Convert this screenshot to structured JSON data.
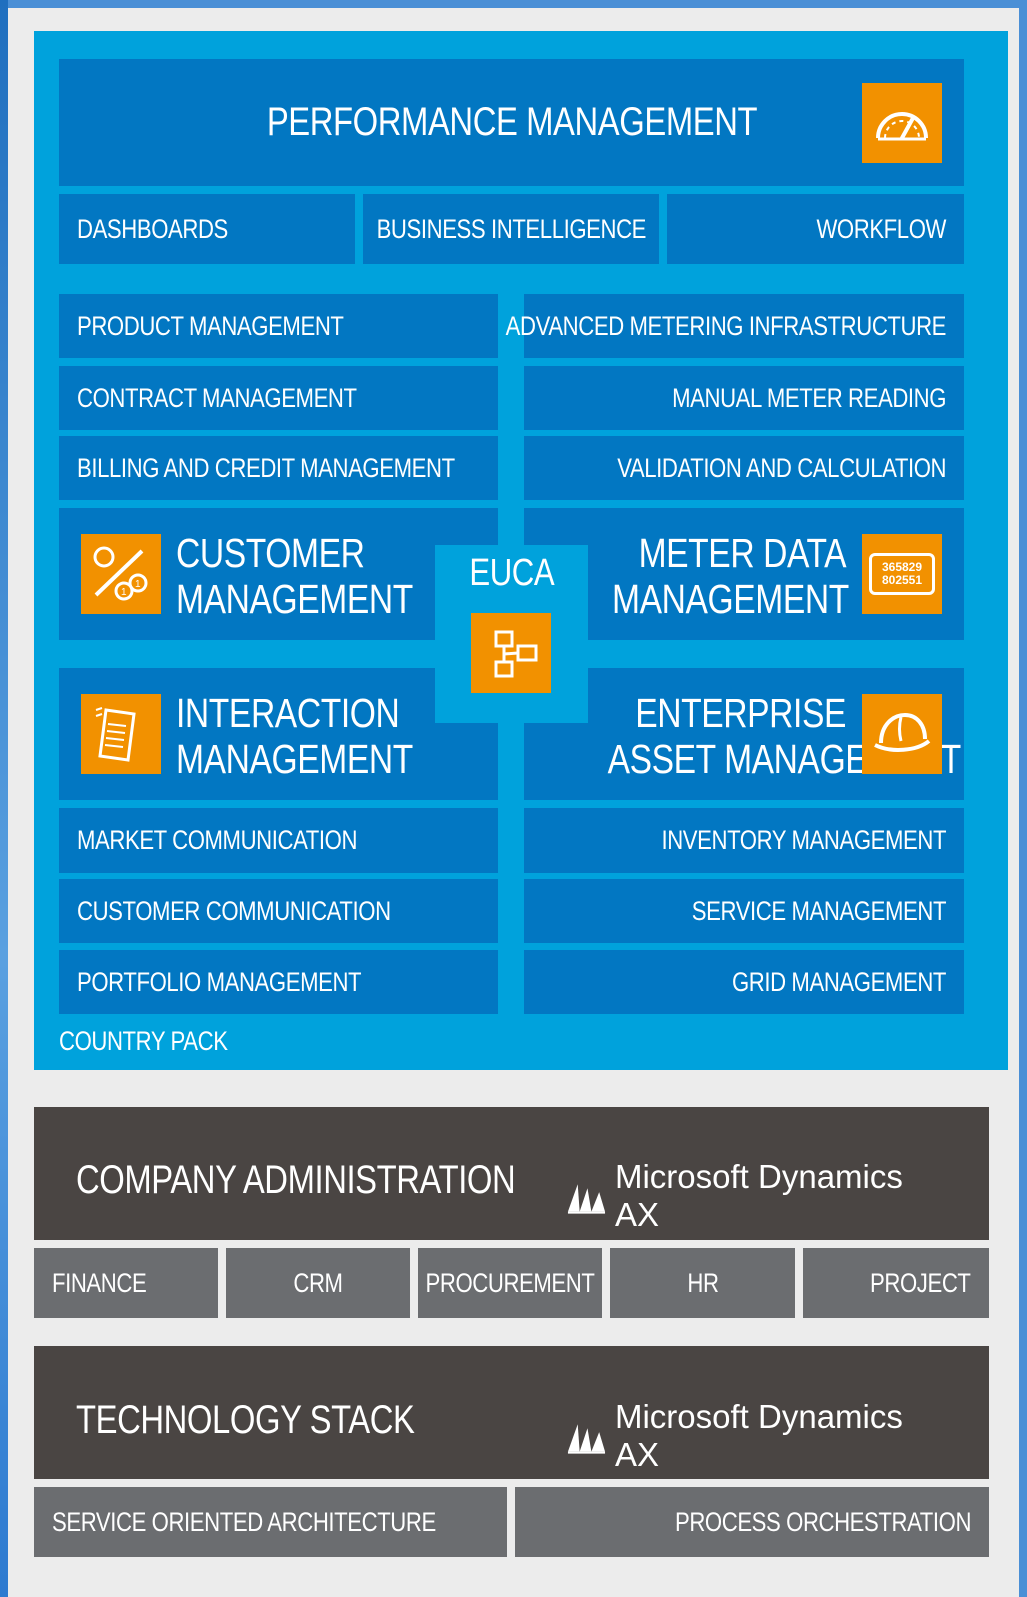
{
  "performance": {
    "title": "PERFORMANCE MANAGEMENT",
    "tabs": [
      "DASHBOARDS",
      "BUSINESS INTELLIGENCE",
      "WORKFLOW"
    ]
  },
  "left_top_items": [
    "PRODUCT MANAGEMENT",
    "CONTRACT MANAGEMENT",
    "BILLING AND CREDIT MANAGEMENT"
  ],
  "right_top_items": [
    "ADVANCED METERING INFRASTRUCTURE",
    "MANUAL METER READING",
    "VALIDATION AND CALCULATION"
  ],
  "customer_management": {
    "line1": "CUSTOMER",
    "line2": "MANAGEMENT"
  },
  "meter_data_management": {
    "line1": "METER DATA",
    "line2": "MANAGEMENT",
    "icon_line1": "365829",
    "icon_line2": "802551"
  },
  "interaction_management": {
    "line1": "INTERACTION",
    "line2": "MANAGEMENT"
  },
  "enterprise_asset_management": {
    "line1": "ENTERPRISE",
    "line2": "ASSET MANAGEMENT"
  },
  "euca": {
    "label": "EUCA"
  },
  "left_bottom_items": [
    "MARKET COMMUNICATION",
    "CUSTOMER COMMUNICATION",
    "PORTFOLIO MANAGEMENT"
  ],
  "right_bottom_items": [
    "INVENTORY MANAGEMENT",
    "SERVICE MANAGEMENT",
    "GRID MANAGEMENT"
  ],
  "country_pack": "COUNTRY PACK",
  "company_admin": {
    "title": "COMPANY ADMINISTRATION",
    "brand": "Microsoft Dynamics AX",
    "modules": [
      "FINANCE",
      "CRM",
      "PROCUREMENT",
      "HR",
      "PROJECT"
    ]
  },
  "technology_stack": {
    "title": "TECHNOLOGY STACK",
    "brand": "Microsoft Dynamics AX",
    "modules": [
      "SERVICE ORIENTED ARCHITECTURE",
      "PROCESS ORCHESTRATION"
    ]
  },
  "colors": {
    "frame_blue": "#00a2dc",
    "block_blue": "#0277c2",
    "accent_orange": "#f29100",
    "dark_gray": "#4a4543",
    "light_gray": "#6b6d70"
  },
  "icons": {
    "performance": "speedometer-icon",
    "customer": "percent-coins-icon",
    "meter": "meter-counter-icon",
    "interaction": "document-icon",
    "asset": "hard-hat-icon",
    "euca": "flowchart-icon",
    "brand": "dynamics-logo-icon"
  }
}
